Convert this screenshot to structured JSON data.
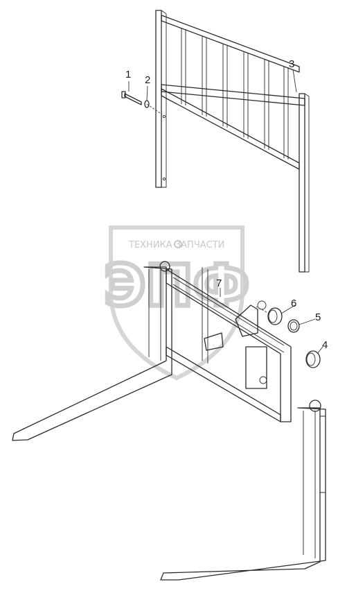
{
  "watermark": {
    "brand_line": "ТЕХНИКА ЗАПЧАСТИ",
    "logo_letters": "ЭПФ"
  },
  "callouts": [
    {
      "id": "1",
      "label": "1"
    },
    {
      "id": "2",
      "label": "2"
    },
    {
      "id": "3",
      "label": "3"
    },
    {
      "id": "4",
      "label": "4"
    },
    {
      "id": "5",
      "label": "5"
    },
    {
      "id": "6",
      "label": "6"
    },
    {
      "id": "7",
      "label": "7"
    }
  ],
  "colors": {
    "line": "#2a2a2a",
    "watermark": "#cfcfcf",
    "background": "#ffffff"
  }
}
